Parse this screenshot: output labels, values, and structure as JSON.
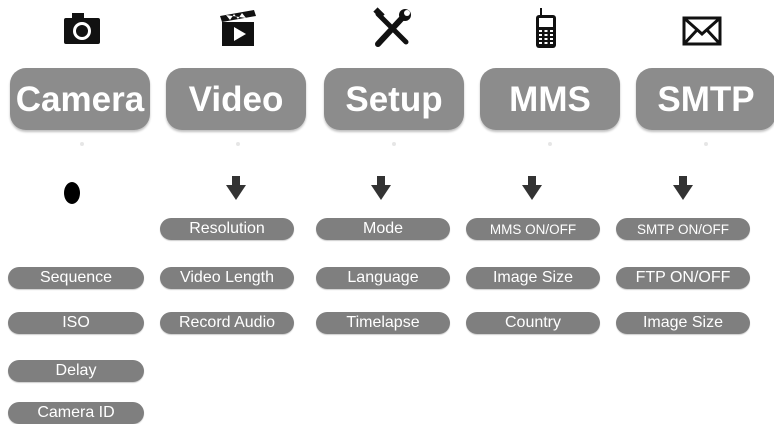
{
  "tabs": [
    {
      "label": "Camera",
      "icon": "camera-icon"
    },
    {
      "label": "Video",
      "icon": "clapperboard-icon"
    },
    {
      "label": "Setup",
      "icon": "tools-icon"
    },
    {
      "label": "MMS",
      "icon": "phone-icon"
    },
    {
      "label": "SMTP",
      "icon": "envelope-icon"
    }
  ],
  "menus": {
    "camera": [
      "Sequence",
      "ISO",
      "Delay",
      "Camera ID"
    ],
    "video": [
      "Resolution",
      "Video Length",
      "Record Audio"
    ],
    "setup": [
      "Mode",
      "Language",
      "Timelapse"
    ],
    "mms": [
      "MMS ON/OFF",
      "Image Size",
      "Country"
    ],
    "smtp": [
      "SMTP ON/OFF",
      "FTP ON/OFF",
      "Image Size"
    ]
  }
}
